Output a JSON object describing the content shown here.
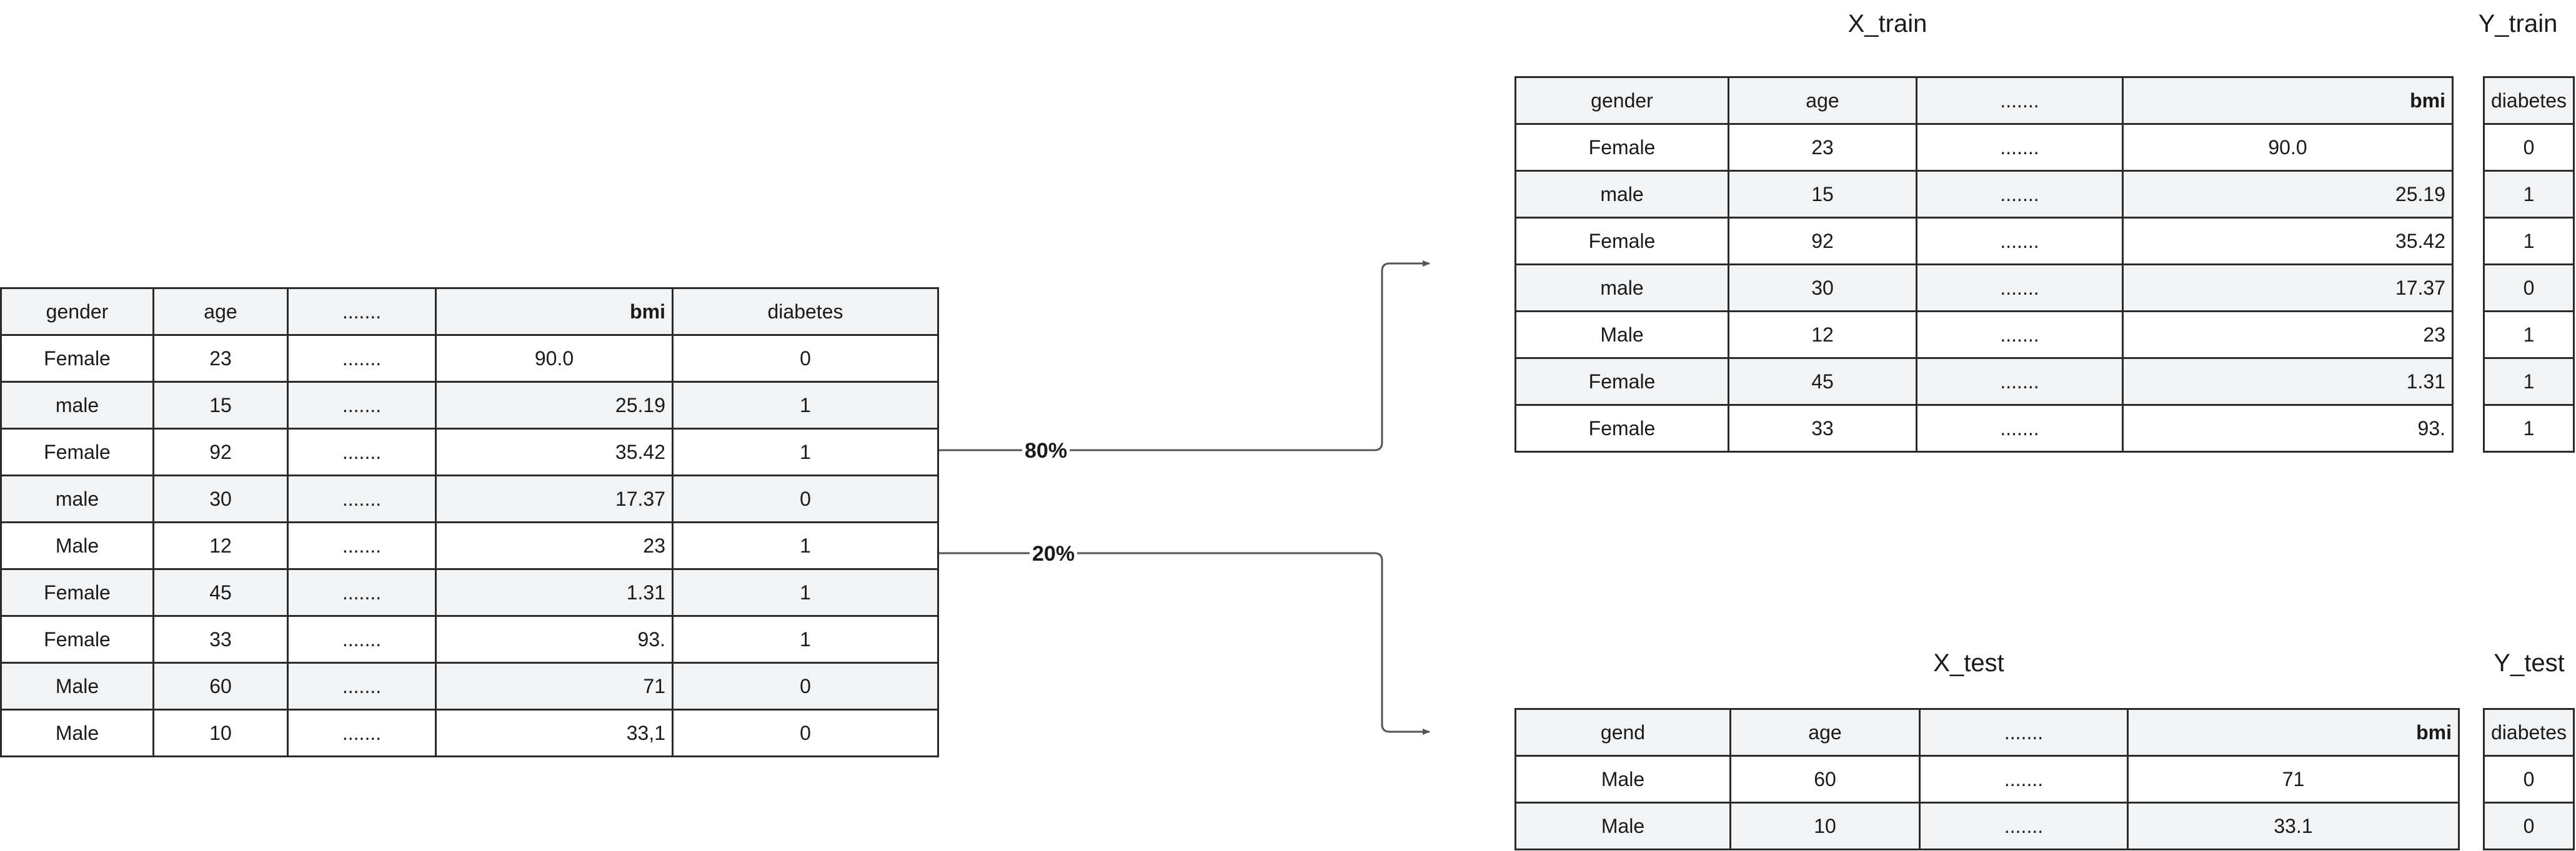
{
  "source_table": {
    "headers": [
      "gender",
      "age",
      ".......",
      "bmi",
      "diabetes"
    ],
    "rows": [
      [
        "Female",
        "23",
        ".......",
        "90.0",
        "0"
      ],
      [
        "male",
        "15",
        ".......",
        "25.19",
        "1"
      ],
      [
        "Female",
        "92",
        ".......",
        "35.42",
        "1"
      ],
      [
        "male",
        "30",
        ".......",
        "17.37",
        "0"
      ],
      [
        "Male",
        "12",
        ".......",
        "23",
        "1"
      ],
      [
        "Female",
        "45",
        ".......",
        "1.31",
        "1"
      ],
      [
        "Female",
        "33",
        ".......",
        "93.",
        "1"
      ],
      [
        "Male",
        "60",
        ".......",
        "71",
        "0"
      ],
      [
        "Male",
        "10",
        ".......",
        "33,1",
        "0"
      ]
    ]
  },
  "split": {
    "train_label": "80%",
    "test_label": "20%"
  },
  "x_train": {
    "title": "X_train",
    "headers": [
      "gender",
      "age",
      ".......",
      "bmi"
    ],
    "rows": [
      [
        "Female",
        "23",
        ".......",
        "90.0"
      ],
      [
        "male",
        "15",
        ".......",
        "25.19"
      ],
      [
        "Female",
        "92",
        ".......",
        "35.42"
      ],
      [
        "male",
        "30",
        ".......",
        "17.37"
      ],
      [
        "Male",
        "12",
        ".......",
        "23"
      ],
      [
        "Female",
        "45",
        ".......",
        "1.31"
      ],
      [
        "Female",
        "33",
        ".......",
        "93."
      ]
    ]
  },
  "y_train": {
    "title": "Y_train",
    "header": "diabetes",
    "values": [
      "0",
      "1",
      "1",
      "0",
      "1",
      "1",
      "1"
    ]
  },
  "x_test": {
    "title": "X_test",
    "headers": [
      "gend",
      "age",
      ".......",
      "bmi"
    ],
    "rows": [
      [
        "Male",
        "60",
        ".......",
        "71"
      ],
      [
        "Male",
        "10",
        ".......",
        "33.1"
      ]
    ]
  },
  "y_test": {
    "title": "Y_test",
    "header": "diabetes",
    "values": [
      "0",
      "0"
    ]
  },
  "colors": {
    "line": "#2a2a2a",
    "arrow": "#555555",
    "shade": "#f1f3f5"
  }
}
